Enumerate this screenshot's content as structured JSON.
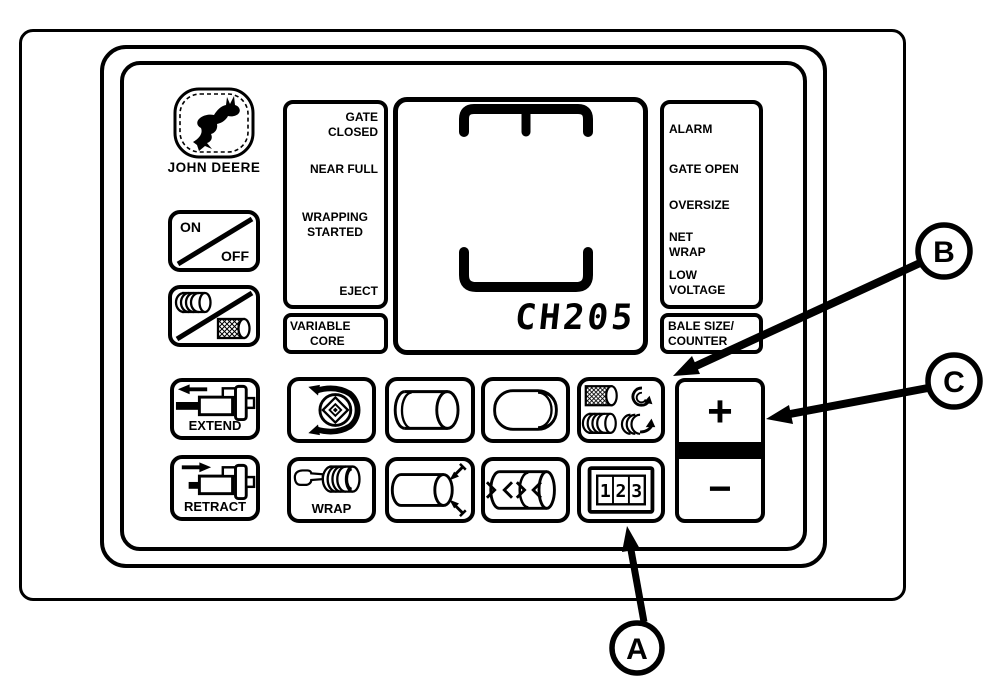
{
  "brand": {
    "name": "JOHN DEERE",
    "logo_icon": "leaping-deer"
  },
  "panel": {
    "left_status": {
      "labels": [
        "GATE\nCLOSED",
        "NEAR FULL",
        "WRAPPING\nSTARTED",
        "EJECT"
      ],
      "footer": [
        "VARIABLE",
        "CORE"
      ]
    },
    "right_status": {
      "labels": [
        "ALARM",
        "GATE OPEN",
        "OVERSIZE",
        "NET\nWRAP",
        "LOW\nVOLTAGE"
      ],
      "footer": [
        "BALE SIZE/",
        "COUNTER"
      ]
    },
    "display": {
      "value": "CH205",
      "icon": "bale-shape-outline"
    },
    "buttons": {
      "power": {
        "on": "ON",
        "off": "OFF"
      },
      "extend": "EXTEND",
      "retract": "RETRACT",
      "wrap": "WRAP",
      "digits": "123",
      "plus": "+",
      "minus": "−"
    },
    "icon_buttons": [
      "twine-net-select",
      "core-wrap",
      "bale-end-right",
      "bale-end-left",
      "net-twine-wrap-count",
      "bale-size-adjust",
      "bale-diameter",
      "bale-counter-display"
    ]
  },
  "callouts": {
    "a": "A",
    "b": "B",
    "c": "C"
  },
  "colors": {
    "ink": "#000000",
    "paper": "#ffffff"
  }
}
